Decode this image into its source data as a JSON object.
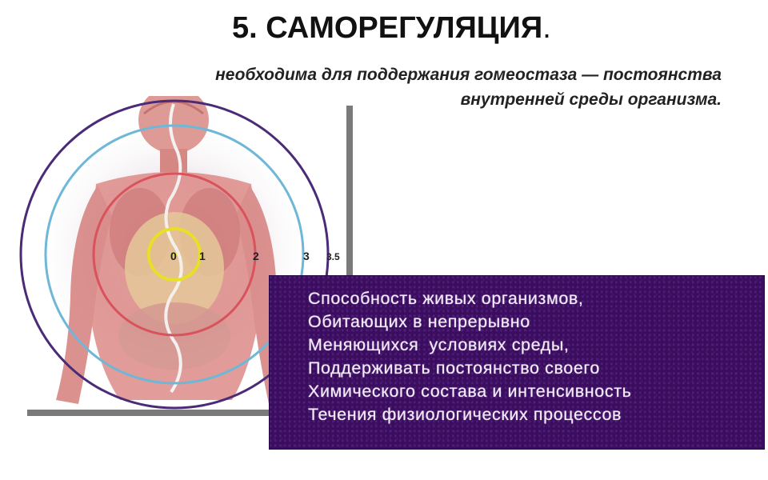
{
  "slide": {
    "title": "5. САМОРЕГУЛЯЦИЯ",
    "title_dot": ".",
    "subtitle_lines": [
      "необходима для поддержания гомеостаза — постоянства",
      "внутренней среды организма."
    ]
  },
  "figure": {
    "ring_labels": [
      "0",
      "1",
      "2",
      "3",
      "3.5"
    ],
    "colors": {
      "outer_ring": "#4b2a78",
      "blue_ring": "#6fb7d6",
      "red_ring": "#d9535d",
      "yellow_ring": "#e8e026",
      "body": "#d97a78",
      "axis": "#7a7a7a"
    }
  },
  "infobox": {
    "lines": [
      "Способность живых организмов,",
      "Обитающих в непрерывно",
      "Меняющихся  условиях среды,",
      "Поддерживать постоянство своего",
      "Химического состава и интенсивность",
      "Течения физиологических процессов"
    ],
    "background": "#3a0d5e"
  }
}
